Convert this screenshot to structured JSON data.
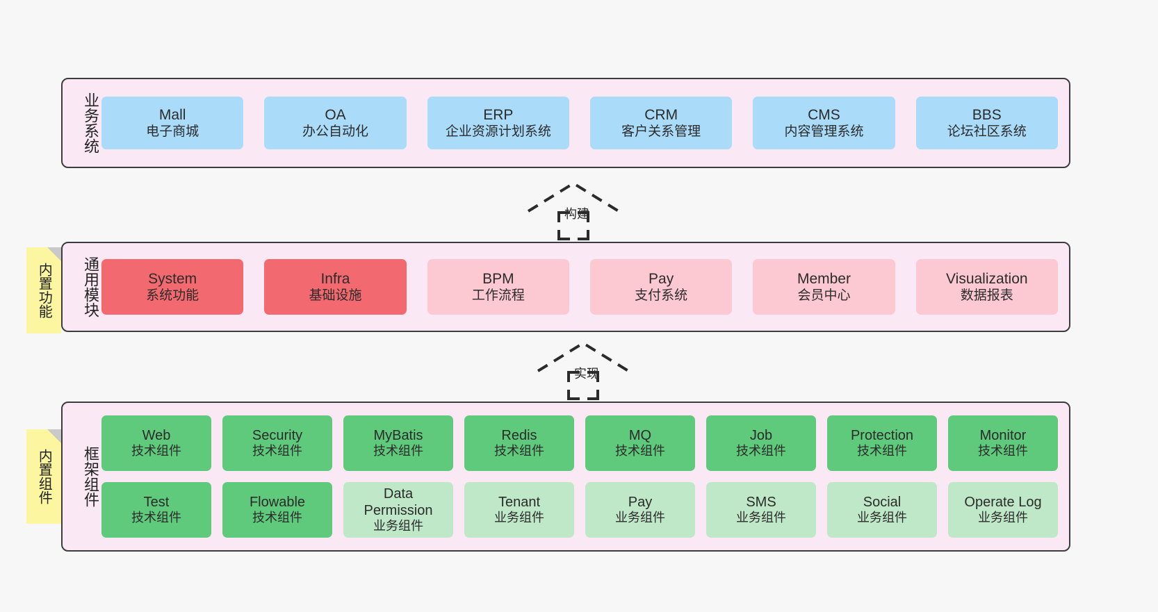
{
  "diagram": {
    "background": "#f7f7f7",
    "layer_fill": "#fae9f4",
    "layer_border": "#3c3c3c",
    "note_fill": "#fcf6a0",
    "note_fold": "#c9c9c9",
    "colors": {
      "business": "#aadcfa",
      "module_core": "#f26a6f",
      "module_light": "#fcc9d3",
      "tech_component": "#5fc97c",
      "business_component": "#bfe8c8"
    }
  },
  "layers": [
    {
      "id": "business",
      "title": "业务系统",
      "nodes": [
        {
          "title": "Mall",
          "sub": "电子商城",
          "color": "#aadcfa"
        },
        {
          "title": "OA",
          "sub": "办公自动化",
          "color": "#aadcfa"
        },
        {
          "title": "ERP",
          "sub": "企业资源计划系统",
          "color": "#aadcfa"
        },
        {
          "title": "CRM",
          "sub": "客户关系管理",
          "color": "#aadcfa"
        },
        {
          "title": "CMS",
          "sub": "内容管理系统",
          "color": "#aadcfa"
        },
        {
          "title": "BBS",
          "sub": "论坛社区系统",
          "color": "#aadcfa"
        }
      ]
    },
    {
      "id": "modules",
      "title": "通用模块",
      "note": "内置功能",
      "nodes": [
        {
          "title": "System",
          "sub": "系统功能",
          "color": "#f26a6f"
        },
        {
          "title": "Infra",
          "sub": "基础设施",
          "color": "#f26a6f"
        },
        {
          "title": "BPM",
          "sub": "工作流程",
          "color": "#fcc9d3"
        },
        {
          "title": "Pay",
          "sub": "支付系统",
          "color": "#fcc9d3"
        },
        {
          "title": "Member",
          "sub": "会员中心",
          "color": "#fcc9d3"
        },
        {
          "title": "Visualization",
          "sub": "数据报表",
          "color": "#fcc9d3"
        }
      ]
    },
    {
      "id": "framework",
      "title": "框架组件",
      "note": "内置组件",
      "rows": [
        [
          {
            "title": "Web",
            "sub": "技术组件",
            "color": "#5fc97c"
          },
          {
            "title": "Security",
            "sub": "技术组件",
            "color": "#5fc97c"
          },
          {
            "title": "MyBatis",
            "sub": "技术组件",
            "color": "#5fc97c"
          },
          {
            "title": "Redis",
            "sub": "技术组件",
            "color": "#5fc97c"
          },
          {
            "title": "MQ",
            "sub": "技术组件",
            "color": "#5fc97c"
          },
          {
            "title": "Job",
            "sub": "技术组件",
            "color": "#5fc97c"
          },
          {
            "title": "Protection",
            "sub": "技术组件",
            "color": "#5fc97c"
          },
          {
            "title": "Monitor",
            "sub": "技术组件",
            "color": "#5fc97c"
          }
        ],
        [
          {
            "title": "Test",
            "sub": "技术组件",
            "color": "#5fc97c"
          },
          {
            "title": "Flowable",
            "sub": "技术组件",
            "color": "#5fc97c"
          },
          {
            "title": "Data Permission",
            "sub": "业务组件",
            "color": "#bfe8c8",
            "wrap": true
          },
          {
            "title": "Tenant",
            "sub": "业务组件",
            "color": "#bfe8c8"
          },
          {
            "title": "Pay",
            "sub": "业务组件",
            "color": "#bfe8c8"
          },
          {
            "title": "SMS",
            "sub": "业务组件",
            "color": "#bfe8c8"
          },
          {
            "title": "Social",
            "sub": "业务组件",
            "color": "#bfe8c8"
          },
          {
            "title": "Operate Log",
            "sub": "业务组件",
            "color": "#bfe8c8"
          }
        ]
      ]
    }
  ],
  "connectors": [
    {
      "id": "build",
      "label": "构建",
      "style": "dashed-generalization-up"
    },
    {
      "id": "impl",
      "label": "实现",
      "style": "dashed-generalization-up"
    }
  ]
}
